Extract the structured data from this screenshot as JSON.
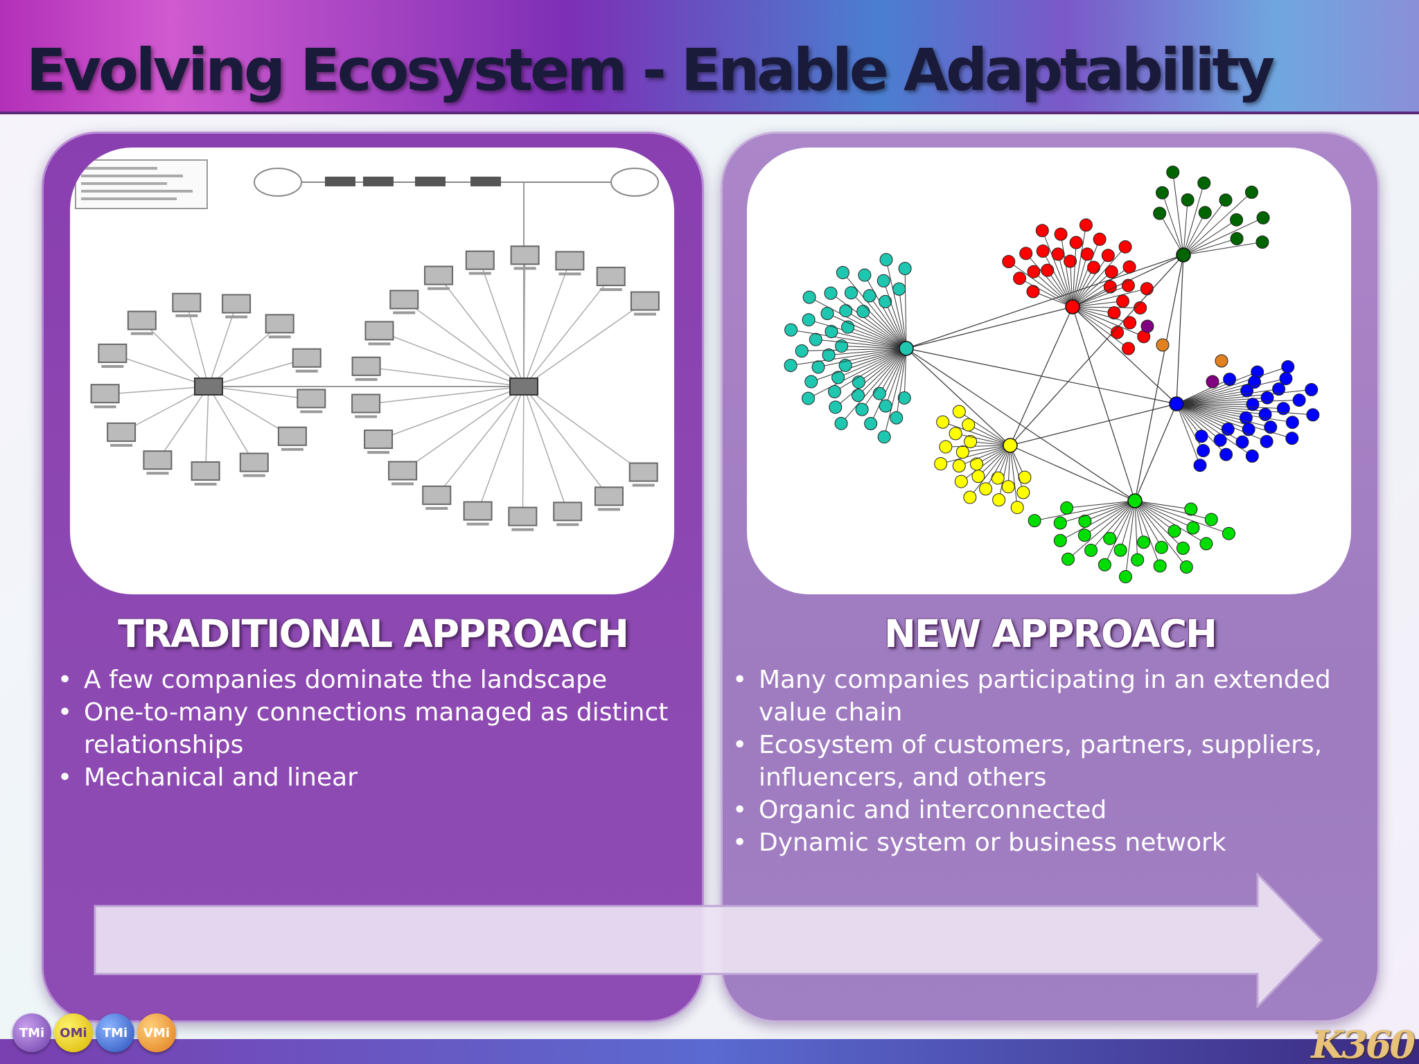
{
  "slide": {
    "title": "Evolving  Ecosystem - Enable Adaptability",
    "left": {
      "heading": "TRADITIONAL APPROACH",
      "bullets": [
        "A few companies dominate the landscape",
        "One-to-many connections managed as distinct relationships",
        "Mechanical and linear"
      ]
    },
    "right": {
      "heading": "NEW APPROACH",
      "bullets": [
        "Many companies participating in an extended value chain",
        "Ecosystem of customers, partners, suppliers, influencers, and others",
        "Organic and interconnected",
        "Dynamic system or business network"
      ]
    },
    "logos": [
      "TMi",
      "OMi",
      "TMi",
      "VMi"
    ],
    "brand": "K360"
  },
  "colors": {
    "panel_left": "#8a3fb0",
    "panel_right": "#ab86c8",
    "arrow_fill": "#ebe2f3",
    "cluster_colors": [
      "#1fc7b0",
      "#ff0000",
      "#ffff00",
      "#0000ff",
      "#00dd00",
      "#006400",
      "#800080",
      "#e08020"
    ]
  },
  "icons": {
    "left_image": "network-diagram-logical-view",
    "right_image": "ecosystem-network-graph",
    "arrow": "right-arrow-shape"
  }
}
